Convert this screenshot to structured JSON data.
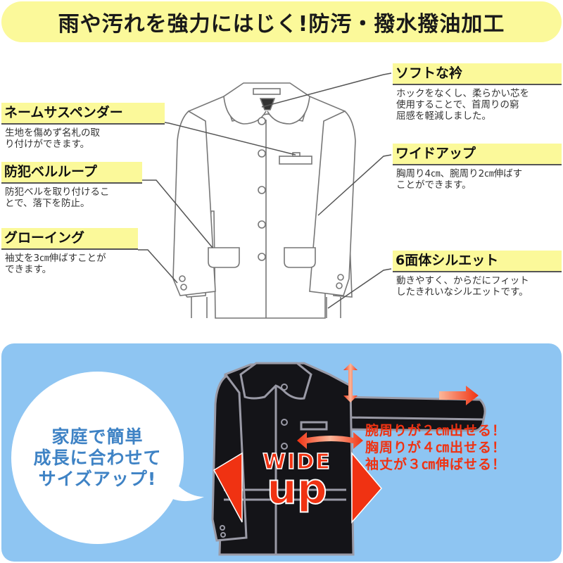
{
  "banner": {
    "title": "雨や汚れを強力にはじく!防汚・撥水撥油加工"
  },
  "features_left": [
    {
      "title": "ネームサスペンダー",
      "desc": [
        "生地を傷めず名札の取",
        "り付けができます。"
      ]
    },
    {
      "title": "防犯ベルループ",
      "desc": [
        "防犯ベルを取り付けるこ",
        "とで、落下を防止。"
      ]
    },
    {
      "title": "グローイング",
      "desc": [
        "袖丈を3㎝伸ばすことが",
        "できます。"
      ]
    }
  ],
  "features_right": [
    {
      "title": "ソフトな衿",
      "desc": [
        "ホックをなくし、柔らかい芯を",
        "使用することで、首周りの窮",
        "屈感を軽減しました。"
      ]
    },
    {
      "title": "ワイドアップ",
      "desc": [
        "胸周り4㎝、腕周り2㎝伸ばす",
        "ことができます。"
      ]
    },
    {
      "title": "6面体シルエット",
      "desc": [
        "動きやすく、からだにフィット",
        "したきれいなシルエットです。"
      ]
    }
  ],
  "bubble": {
    "lines": [
      "家庭で簡単",
      "成長に合わせて",
      "サイズアップ!"
    ]
  },
  "wide_up": {
    "word1": "WIDE",
    "word2": "up"
  },
  "claims": [
    "腕周りが２㎝出せる！",
    "胸周りが４㎝出せる！",
    "袖丈が３㎝伸ばせる！"
  ],
  "colors": {
    "banner_yellow": "#fbf99a",
    "panel_blue": "#8ec5f2",
    "bubble_text_blue": "#3f83c5",
    "claim_red": "#f03212",
    "jacket_dark": "#141418"
  }
}
